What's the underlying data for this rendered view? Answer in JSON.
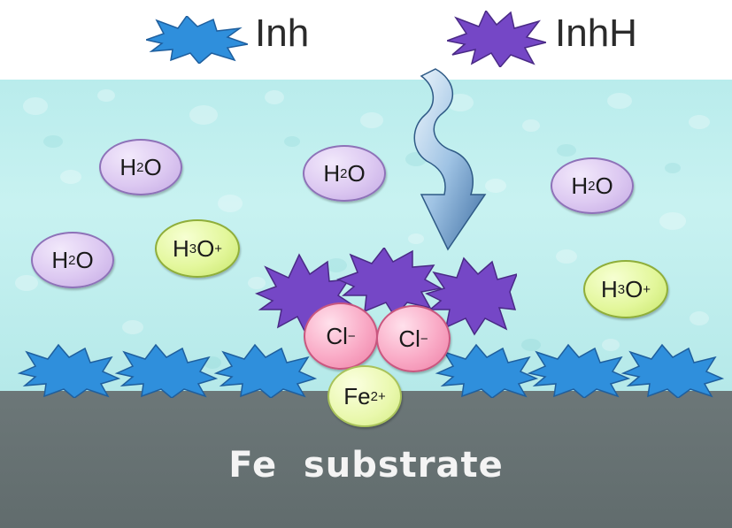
{
  "legend": {
    "inh_label": "Inh",
    "inhh_label": "InhH"
  },
  "molecules": {
    "h2o": {
      "base": "H",
      "sub": "2",
      "rest": "O"
    },
    "h3o": {
      "base": "H",
      "sub": "3",
      "rest": "O",
      "sup": "+"
    },
    "cl": {
      "base": "Cl",
      "sup": "−"
    },
    "fe": {
      "base": "Fe",
      "sup": "2+"
    }
  },
  "substrate": {
    "label": "Fe  substrate"
  },
  "colors": {
    "inh": "#2f8fdc",
    "inh_stroke": "#1f5f9e",
    "inhh": "#7547c6",
    "inhh_stroke": "#4a2a86",
    "water": "#c2eff0",
    "substrate": "#666f70"
  },
  "icons": {
    "inh": "blue-starburst-icon",
    "inhh": "purple-starburst-icon",
    "arrow": "curved-arrow-icon"
  }
}
